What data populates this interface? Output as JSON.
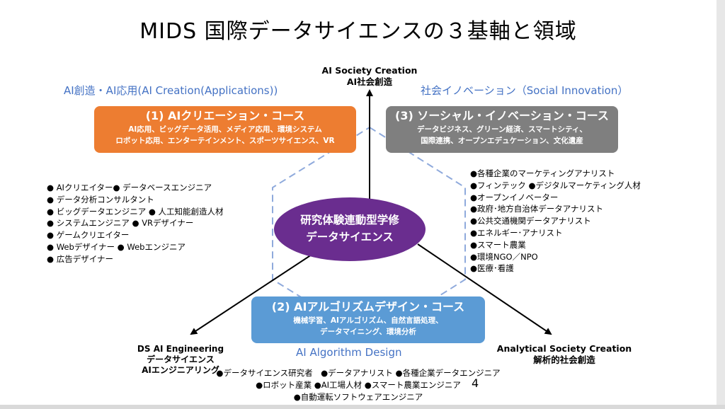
{
  "title": "MIDS 国際データサイエンスの３基軸と領域",
  "apex_top": {
    "line1": "AI Society Creation",
    "line2": "AI社会創造"
  },
  "apex_left": {
    "line1": "DS AI Engineering",
    "line2": "データサイエンス",
    "line3": "AIエンジニアリング"
  },
  "apex_right": {
    "line1": "Analytical Society Creation",
    "line2": "解析的社会創造"
  },
  "axis_labels": {
    "left": "AI創造・AI応用(AI Creation(Applications))",
    "right": "社会イノベーション（Social Innovation）",
    "bottom": "AI Algorithm Design"
  },
  "courses": {
    "c1": {
      "title": "(1) AIクリエーション・コース",
      "line1": "AI応用、ビッグデータ活用、メディア応用、環境システム",
      "line2": "ロボット応用、エンターテインメント、スポーツサイエンス、VR"
    },
    "c3": {
      "title": "(3) ソーシャル・イノベーション・コース",
      "line1": "データビジネス、グリーン経済、スマートシティ、",
      "line2": "国際連携、オープンエデュケーション、文化遺産"
    },
    "c2": {
      "title": "(2) AIアルゴリズムデザイン・コース",
      "line1": "機械学習、AIアルゴリズム、自然言語処理、",
      "line2": "データマイニング、環境分析"
    }
  },
  "center": {
    "line1": "研究体験連動型学修",
    "line2": "データサイエンス"
  },
  "left_list": [
    "● AIクリエイター● データベースエンジニア",
    "● データ分析コンサルタント",
    "● ビッグデータエンジニア ● 人工知能創造人材",
    "● システムエンジニア ● VRデザイナー",
    "● ゲームクリエイター",
    "● Webデザイナー ● Webエンジニア",
    "● 広告デザイナー"
  ],
  "right_list": [
    "●各種企業のマーケティングアナリスト",
    "●フィンテック ●デジタルマーケティング人材",
    "●オープンイノベーター",
    "●政府･地方自治体データアナリスト",
    "●公共交通機関データアナリスト",
    "●エネルギー･アナリスト",
    "●スマート農業",
    "●環境NGO／NPO",
    "●医療･看護"
  ],
  "bottom_list": [
    "●データサイエンス研究者　●データアナリスト ●各種企業データエンジニア",
    "●ロボット産業 ●AI工場人材 ●スマート農業エンジニア",
    "●自動運転ソフトウェアエンジニア"
  ],
  "page_number": "4",
  "colors": {
    "orange": "#ed7d31",
    "gray": "#7f7f7f",
    "blue": "#5b9bd5",
    "purple": "#6a2d8f",
    "label_blue": "#4472c4",
    "hexagon": "#8faadc"
  }
}
